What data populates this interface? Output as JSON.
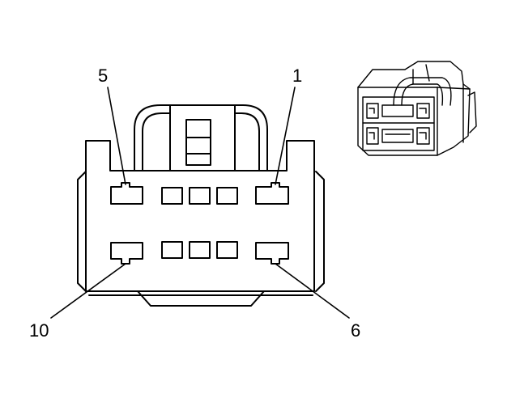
{
  "diagram": {
    "pin_labels": {
      "pin_5": "5",
      "pin_1": "1",
      "pin_10": "10",
      "pin_6": "6"
    }
  },
  "colors": {
    "stroke": "#000000",
    "background": "#ffffff"
  }
}
